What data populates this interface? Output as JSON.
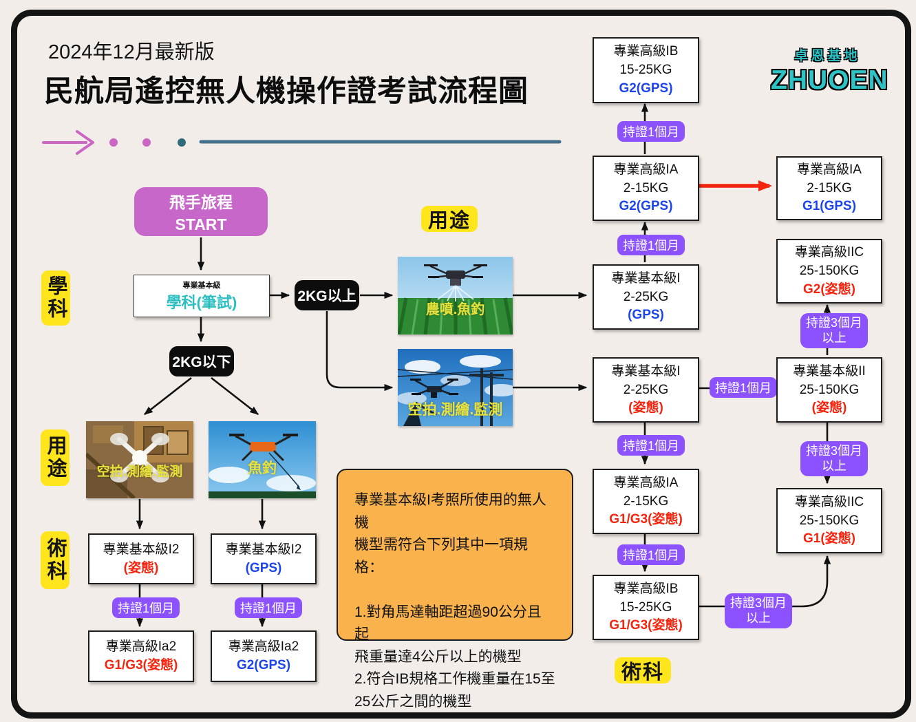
{
  "header": {
    "edition": "2024年12月最新版",
    "title": "民航局遙控無人機操作證考試流程圖"
  },
  "logo": {
    "cn": "卓恩基地",
    "en": "ZHUOEN"
  },
  "side_labels": {
    "subject": "學科",
    "usage": "用途",
    "practical": "術科"
  },
  "mid_labels": {
    "usage": "用途",
    "practical": "術科"
  },
  "start_node": {
    "line1": "飛手旅程",
    "line2": "START"
  },
  "exam_node": {
    "caption": "專業基本級",
    "label": "學科(筆試)"
  },
  "weight_nodes": {
    "over": "2KG以上",
    "under": "2KG以下"
  },
  "photos": {
    "agri": {
      "caption": "農噴.魚釣"
    },
    "survey_mid": {
      "caption": "空拍.測繪.監測"
    },
    "survey_left": {
      "caption": "空拍.測繪.監測"
    },
    "fishing": {
      "caption": "魚釣"
    }
  },
  "badges": {
    "month1": "持證1個月",
    "month3_line1": "持證3個月",
    "month3_line2": "以上"
  },
  "info_box": {
    "text": "專業基本級I考照所使用的無人機\n機型需符合下列其中一項規格：\n\n1.對角馬達軸距超過90公分且起\n飛重量達4公斤以上的機型\n2.符合IB規格工作機重量在15至\n25公斤之間的機型"
  },
  "nodes": {
    "i2_att": {
      "line1": "專業基本級I2",
      "line3": "(姿態)"
    },
    "i2_gps": {
      "line1": "專業基本級I2",
      "line3": "(GPS)"
    },
    "ia2_att": {
      "line1": "專業高級Ia2",
      "line3": "G1/G3(姿態)"
    },
    "ia2_gps": {
      "line1": "專業高級Ia2",
      "line3": "G2(GPS)"
    },
    "ib_g2": {
      "line1": "專業高級IB",
      "line2": "15-25KG",
      "line3": "G2(GPS)"
    },
    "ia_g2": {
      "line1": "專業高級IA",
      "line2": "2-15KG",
      "line3": "G2(GPS)"
    },
    "basic1_gps": {
      "line1": "專業基本級I",
      "line2": "2-25KG",
      "line3": "(GPS)"
    },
    "basic1_att": {
      "line1": "專業基本級I",
      "line2": "2-25KG",
      "line3": "(姿態)"
    },
    "ia_g1g3": {
      "line1": "專業高級IA",
      "line2": "2-15KG",
      "line3": "G1/G3(姿態)"
    },
    "ib_g1g3": {
      "line1": "專業高級IB",
      "line2": "15-25KG",
      "line3": "G1/G3(姿態)"
    },
    "ia_g1": {
      "line1": "專業高級IA",
      "line2": "2-15KG",
      "line3": "G1(GPS)"
    },
    "iic_g2": {
      "line1": "專業高級IIC",
      "line2": "25-150KG",
      "line3": "G2(姿態)"
    },
    "basic2": {
      "line1": "專業基本級II",
      "line2": "25-150KG",
      "line3": "(姿態)"
    },
    "iic_g1": {
      "line1": "專業高級IIC",
      "line2": "25-150KG",
      "line3": "G1(姿態)"
    }
  },
  "colors": {
    "background": "#f3ede9",
    "frame": "#141414",
    "accent_purple": "#8c52ff",
    "accent_yellow": "#ffe51b",
    "blue_text": "#1c44ec",
    "red_text": "#f3250f",
    "teal_text": "#2cbfc1",
    "start_pink": "#c767c9",
    "info_orange": "#f9b24c",
    "logo_teal": "#2cc4c6",
    "red_arrow": "#f3250f"
  }
}
